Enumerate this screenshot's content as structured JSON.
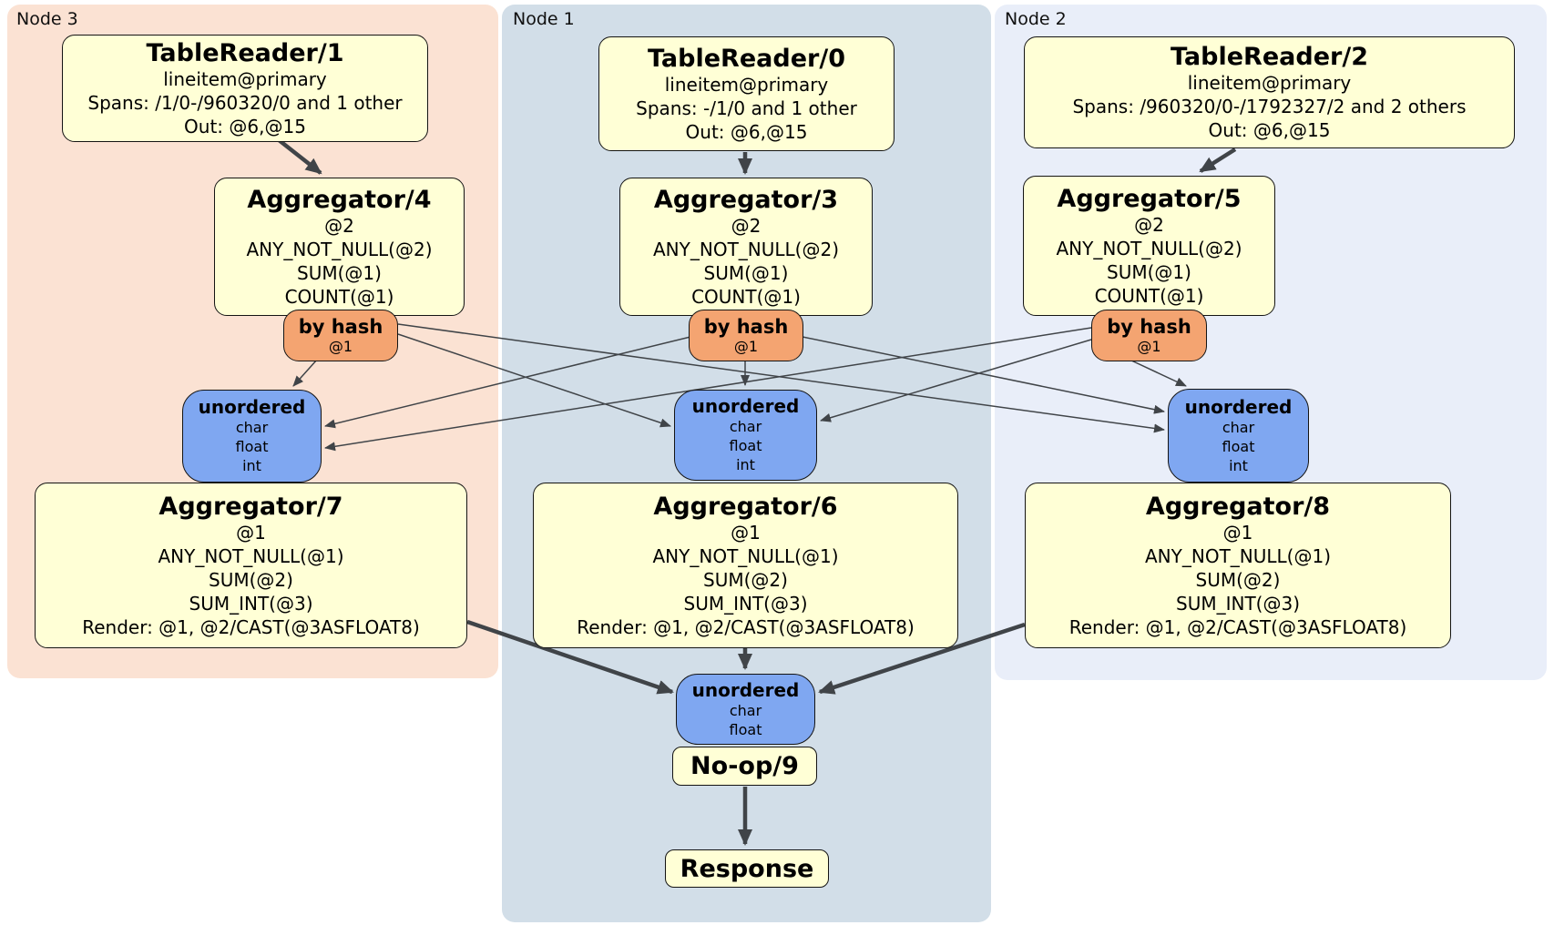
{
  "node_groups": [
    {
      "label": "Node 3"
    },
    {
      "label": "Node 1"
    },
    {
      "label": "Node 2"
    }
  ],
  "table_readers": [
    {
      "title": "TableReader/1",
      "index": "lineitem@primary",
      "spans": "Spans: /1/0-/960320/0 and 1 other",
      "out": "Out: @6,@15"
    },
    {
      "title": "TableReader/0",
      "index": "lineitem@primary",
      "spans": "Spans: -/1/0 and 1 other",
      "out": "Out: @6,@15"
    },
    {
      "title": "TableReader/2",
      "index": "lineitem@primary",
      "spans": "Spans: /960320/0-/1792327/2 and 2 others",
      "out": "Out: @6,@15"
    }
  ],
  "stage1_aggregators": [
    {
      "title": "Aggregator/4",
      "group_key": "@2",
      "aggs": [
        "ANY_NOT_NULL(@2)",
        "SUM(@1)",
        "COUNT(@1)"
      ]
    },
    {
      "title": "Aggregator/3",
      "group_key": "@2",
      "aggs": [
        "ANY_NOT_NULL(@2)",
        "SUM(@1)",
        "COUNT(@1)"
      ]
    },
    {
      "title": "Aggregator/5",
      "group_key": "@2",
      "aggs": [
        "ANY_NOT_NULL(@2)",
        "SUM(@1)",
        "COUNT(@1)"
      ]
    }
  ],
  "hash_routers": [
    {
      "title": "by hash",
      "key": "@1"
    },
    {
      "title": "by hash",
      "key": "@1"
    },
    {
      "title": "by hash",
      "key": "@1"
    }
  ],
  "unordered_syncs": [
    {
      "title": "unordered",
      "columns": [
        "char",
        "float",
        "int"
      ]
    },
    {
      "title": "unordered",
      "columns": [
        "char",
        "float",
        "int"
      ]
    },
    {
      "title": "unordered",
      "columns": [
        "char",
        "float",
        "int"
      ]
    }
  ],
  "stage2_aggregators": [
    {
      "title": "Aggregator/7",
      "group_key": "@1",
      "aggs": [
        "ANY_NOT_NULL(@1)",
        "SUM(@2)",
        "SUM_INT(@3)"
      ],
      "render": "Render: @1, @2/CAST(@3ASFLOAT8)"
    },
    {
      "title": "Aggregator/6",
      "group_key": "@1",
      "aggs": [
        "ANY_NOT_NULL(@1)",
        "SUM(@2)",
        "SUM_INT(@3)"
      ],
      "render": "Render: @1, @2/CAST(@3ASFLOAT8)"
    },
    {
      "title": "Aggregator/8",
      "group_key": "@1",
      "aggs": [
        "ANY_NOT_NULL(@1)",
        "SUM(@2)",
        "SUM_INT(@3)"
      ],
      "render": "Render: @1, @2/CAST(@3ASFLOAT8)"
    }
  ],
  "final_sync": {
    "title": "unordered",
    "columns": [
      "char",
      "float"
    ]
  },
  "noop": {
    "title": "No-op/9"
  },
  "response": {
    "title": "Response"
  },
  "colors": {
    "node3_bg": "#fbe2d3",
    "node1_bg": "#d2dee8",
    "node2_bg": "#e9eef9",
    "processor_bg": "#ffffd6",
    "hash_router_bg": "#f4a471",
    "sync_bg": "#7fa7f1",
    "edge": "#404448"
  }
}
